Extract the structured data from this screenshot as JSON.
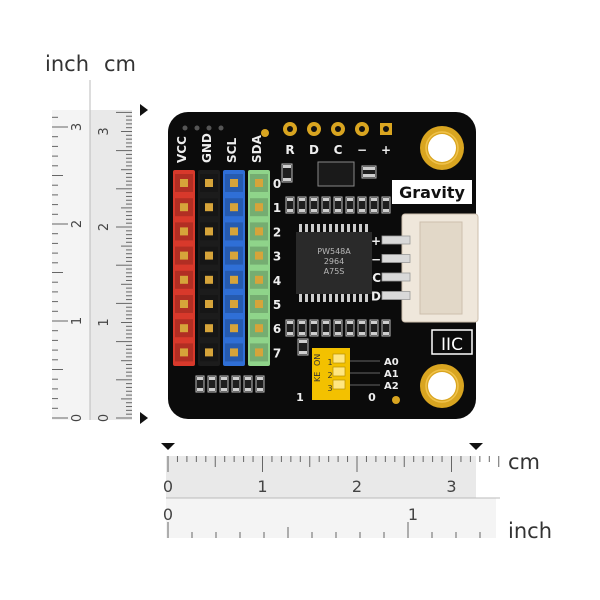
{
  "units": {
    "inch": "inch",
    "cm": "cm"
  },
  "vertical_ruler": {
    "inch_ticks": [
      "0",
      "1",
      "2",
      "3"
    ],
    "cm_ticks": [
      "0",
      "1",
      "2",
      "3"
    ]
  },
  "horizontal_ruler": {
    "cm_ticks": [
      "0",
      "1",
      "2",
      "3"
    ],
    "inch_ticks": [
      "0",
      "1"
    ]
  },
  "board": {
    "top_pins": [
      "R",
      "D",
      "C",
      "−",
      "+"
    ],
    "header_labels": [
      "VCC",
      "GND",
      "SCL",
      "SDA"
    ],
    "channel_numbers": [
      "0",
      "1",
      "2",
      "3",
      "4",
      "5",
      "6",
      "7"
    ],
    "gravity_label": "Gravity",
    "connector_pins": [
      "+",
      "−",
      "C",
      "D"
    ],
    "iic_label": "IIC",
    "chip_text": [
      "PW548A",
      "2964",
      "A75S"
    ],
    "dip_switch": {
      "on_label": "ON",
      "ke_label": "KE",
      "positions": [
        "1",
        "2",
        "3"
      ],
      "left_label": "1",
      "right_label": "0"
    },
    "address_labels": [
      "A0",
      "A1",
      "A2"
    ],
    "header_colors": [
      "#d8392b",
      "#1c1c1c",
      "#2f6fd6",
      "#8fd48a"
    ],
    "pcb_color": "#0b0b0b",
    "gold_color": "#d9a520"
  }
}
